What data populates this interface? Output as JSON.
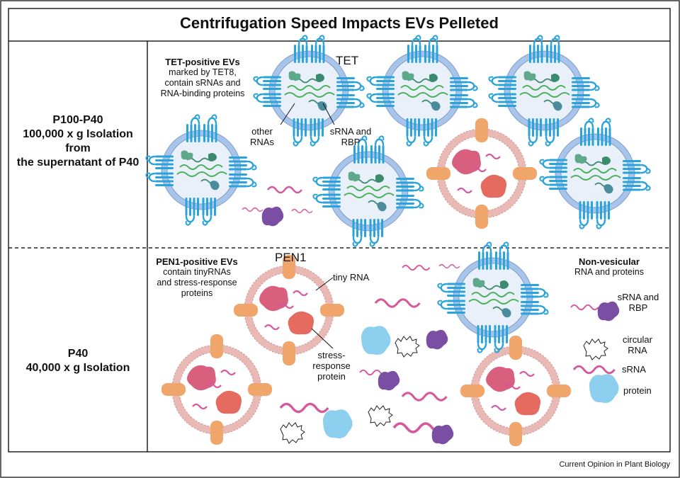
{
  "title": "Centrifugation Speed Impacts EVs Pelleted",
  "rows": [
    {
      "name": "P100-P40",
      "line1": "P100-P40",
      "line2": "100,000 x g Isolation from",
      "line3": "the supernatant of P40"
    },
    {
      "name": "P40",
      "line1": "P40",
      "line2": "40,000 x g Isolation"
    }
  ],
  "tet_section": {
    "heading": "TET-positive EVs",
    "body_l1": "marked by TET8,",
    "body_l2": "contain sRNAs and",
    "body_l3": "RNA-binding proteins",
    "protein_label": "TET",
    "other_rnas_l1": "other",
    "other_rnas_l2": "RNAs",
    "srna_rbp_l1": "sRNA and",
    "srna_rbp_l2": "RBP"
  },
  "pen1_section": {
    "heading": "PEN1-positive EVs",
    "body_l1": "contain tinyRNAs",
    "body_l2": "and stress-response",
    "body_l3": "proteins",
    "protein_label": "PEN1",
    "tiny_rna": "tiny RNA",
    "stress_l1": "stress-",
    "stress_l2": "response",
    "stress_l3": "protein"
  },
  "nonvesicular": {
    "heading": "Non-vesicular",
    "subheading": "RNA and proteins",
    "legend": [
      {
        "l1": "sRNA and",
        "l2": "RBP"
      },
      {
        "l1": "circular",
        "l2": "RNA"
      },
      {
        "l1": "sRNA",
        "l2": ""
      },
      {
        "l1": "protein",
        "l2": ""
      }
    ]
  },
  "credit": "Current Opinion in Plant Biology",
  "colors": {
    "tet_blue": "#2aa3db",
    "vesicle_blue": "#a8c4e8",
    "pen1_orange": "#f0a56a",
    "membrane_pink": "#e8b9b5",
    "rna_pink": "#d6579b",
    "rna_green": "#4bb05a",
    "protein_pink": "#d95f7e",
    "protein_red": "#e56a5f",
    "protein_purple": "#7a4fa3",
    "protein_light_blue": "#8ccfef",
    "protein_green": "#5fa88c"
  }
}
